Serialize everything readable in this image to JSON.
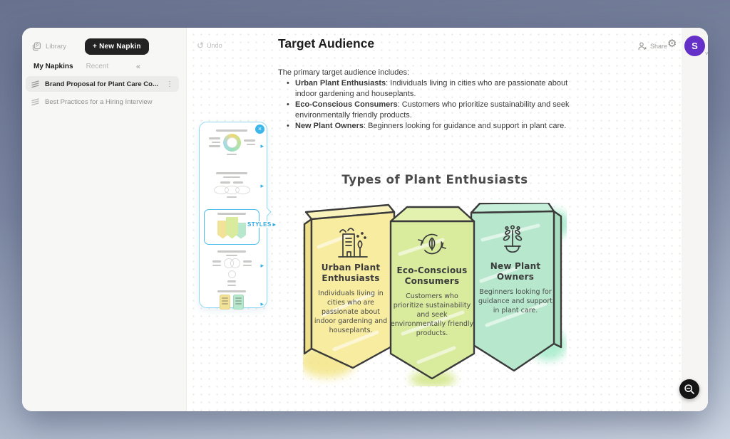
{
  "colors": {
    "accent_blue": "#2fb1e8",
    "avatar_purple": "#6430c8",
    "banner_yellow": "#f8eca0",
    "banner_green": "#d9ec9e",
    "banner_teal": "#b7e8cd",
    "ink_outline": "#3b3b3b"
  },
  "icons": {
    "collapse": "«",
    "kebab": "⋮",
    "gear": "⚙",
    "undo": "↺",
    "chevron_down": "˅",
    "thumb_arrow": "▸",
    "close": "×"
  },
  "sidebar": {
    "library_label": "Library",
    "new_napkin_label": "+ New Napkin",
    "tabs": {
      "my_napkins": "My Napkins",
      "recent": "Recent"
    },
    "items": [
      {
        "label": "Brand Proposal for Plant Care Co..."
      },
      {
        "label": "Best Practices for a Hiring Interview"
      }
    ]
  },
  "topbar": {
    "undo_label": "Undo",
    "title": "Target Audience",
    "share_label": "Share",
    "avatar_initial": "S"
  },
  "document": {
    "intro": "The primary target audience includes:",
    "bullets": [
      {
        "term": "Urban Plant Enthusiasts",
        "desc": ": Individuals living in cities who are passionate about indoor gardening and houseplants."
      },
      {
        "term": "Eco-Conscious Consumers",
        "desc": ": Customers who prioritize sustainability and seek environmentally friendly products."
      },
      {
        "term": "New Plant Owners",
        "desc": ": Beginners looking for guidance and support in plant care."
      }
    ]
  },
  "style_panel": {
    "styles_label": "STYLES"
  },
  "diagram": {
    "title": "Types of Plant Enthusiasts",
    "banners": [
      {
        "icon": "city-building-plant-icon",
        "fill": "#f8eca0",
        "title": "Urban Plant Enthusiasts",
        "body": "Individuals living in cities who are passionate about indoor gardening and houseplants."
      },
      {
        "icon": "recycle-leaf-icon",
        "fill": "#d9ec9e",
        "title": "Eco-Conscious Consumers",
        "body": "Customers who prioritize sustainability and seek environmentally friendly products."
      },
      {
        "icon": "potted-plant-icon",
        "fill": "#b7e8cd",
        "title": "New Plant Owners",
        "body": "Beginners looking for guidance and support in plant care."
      }
    ]
  }
}
